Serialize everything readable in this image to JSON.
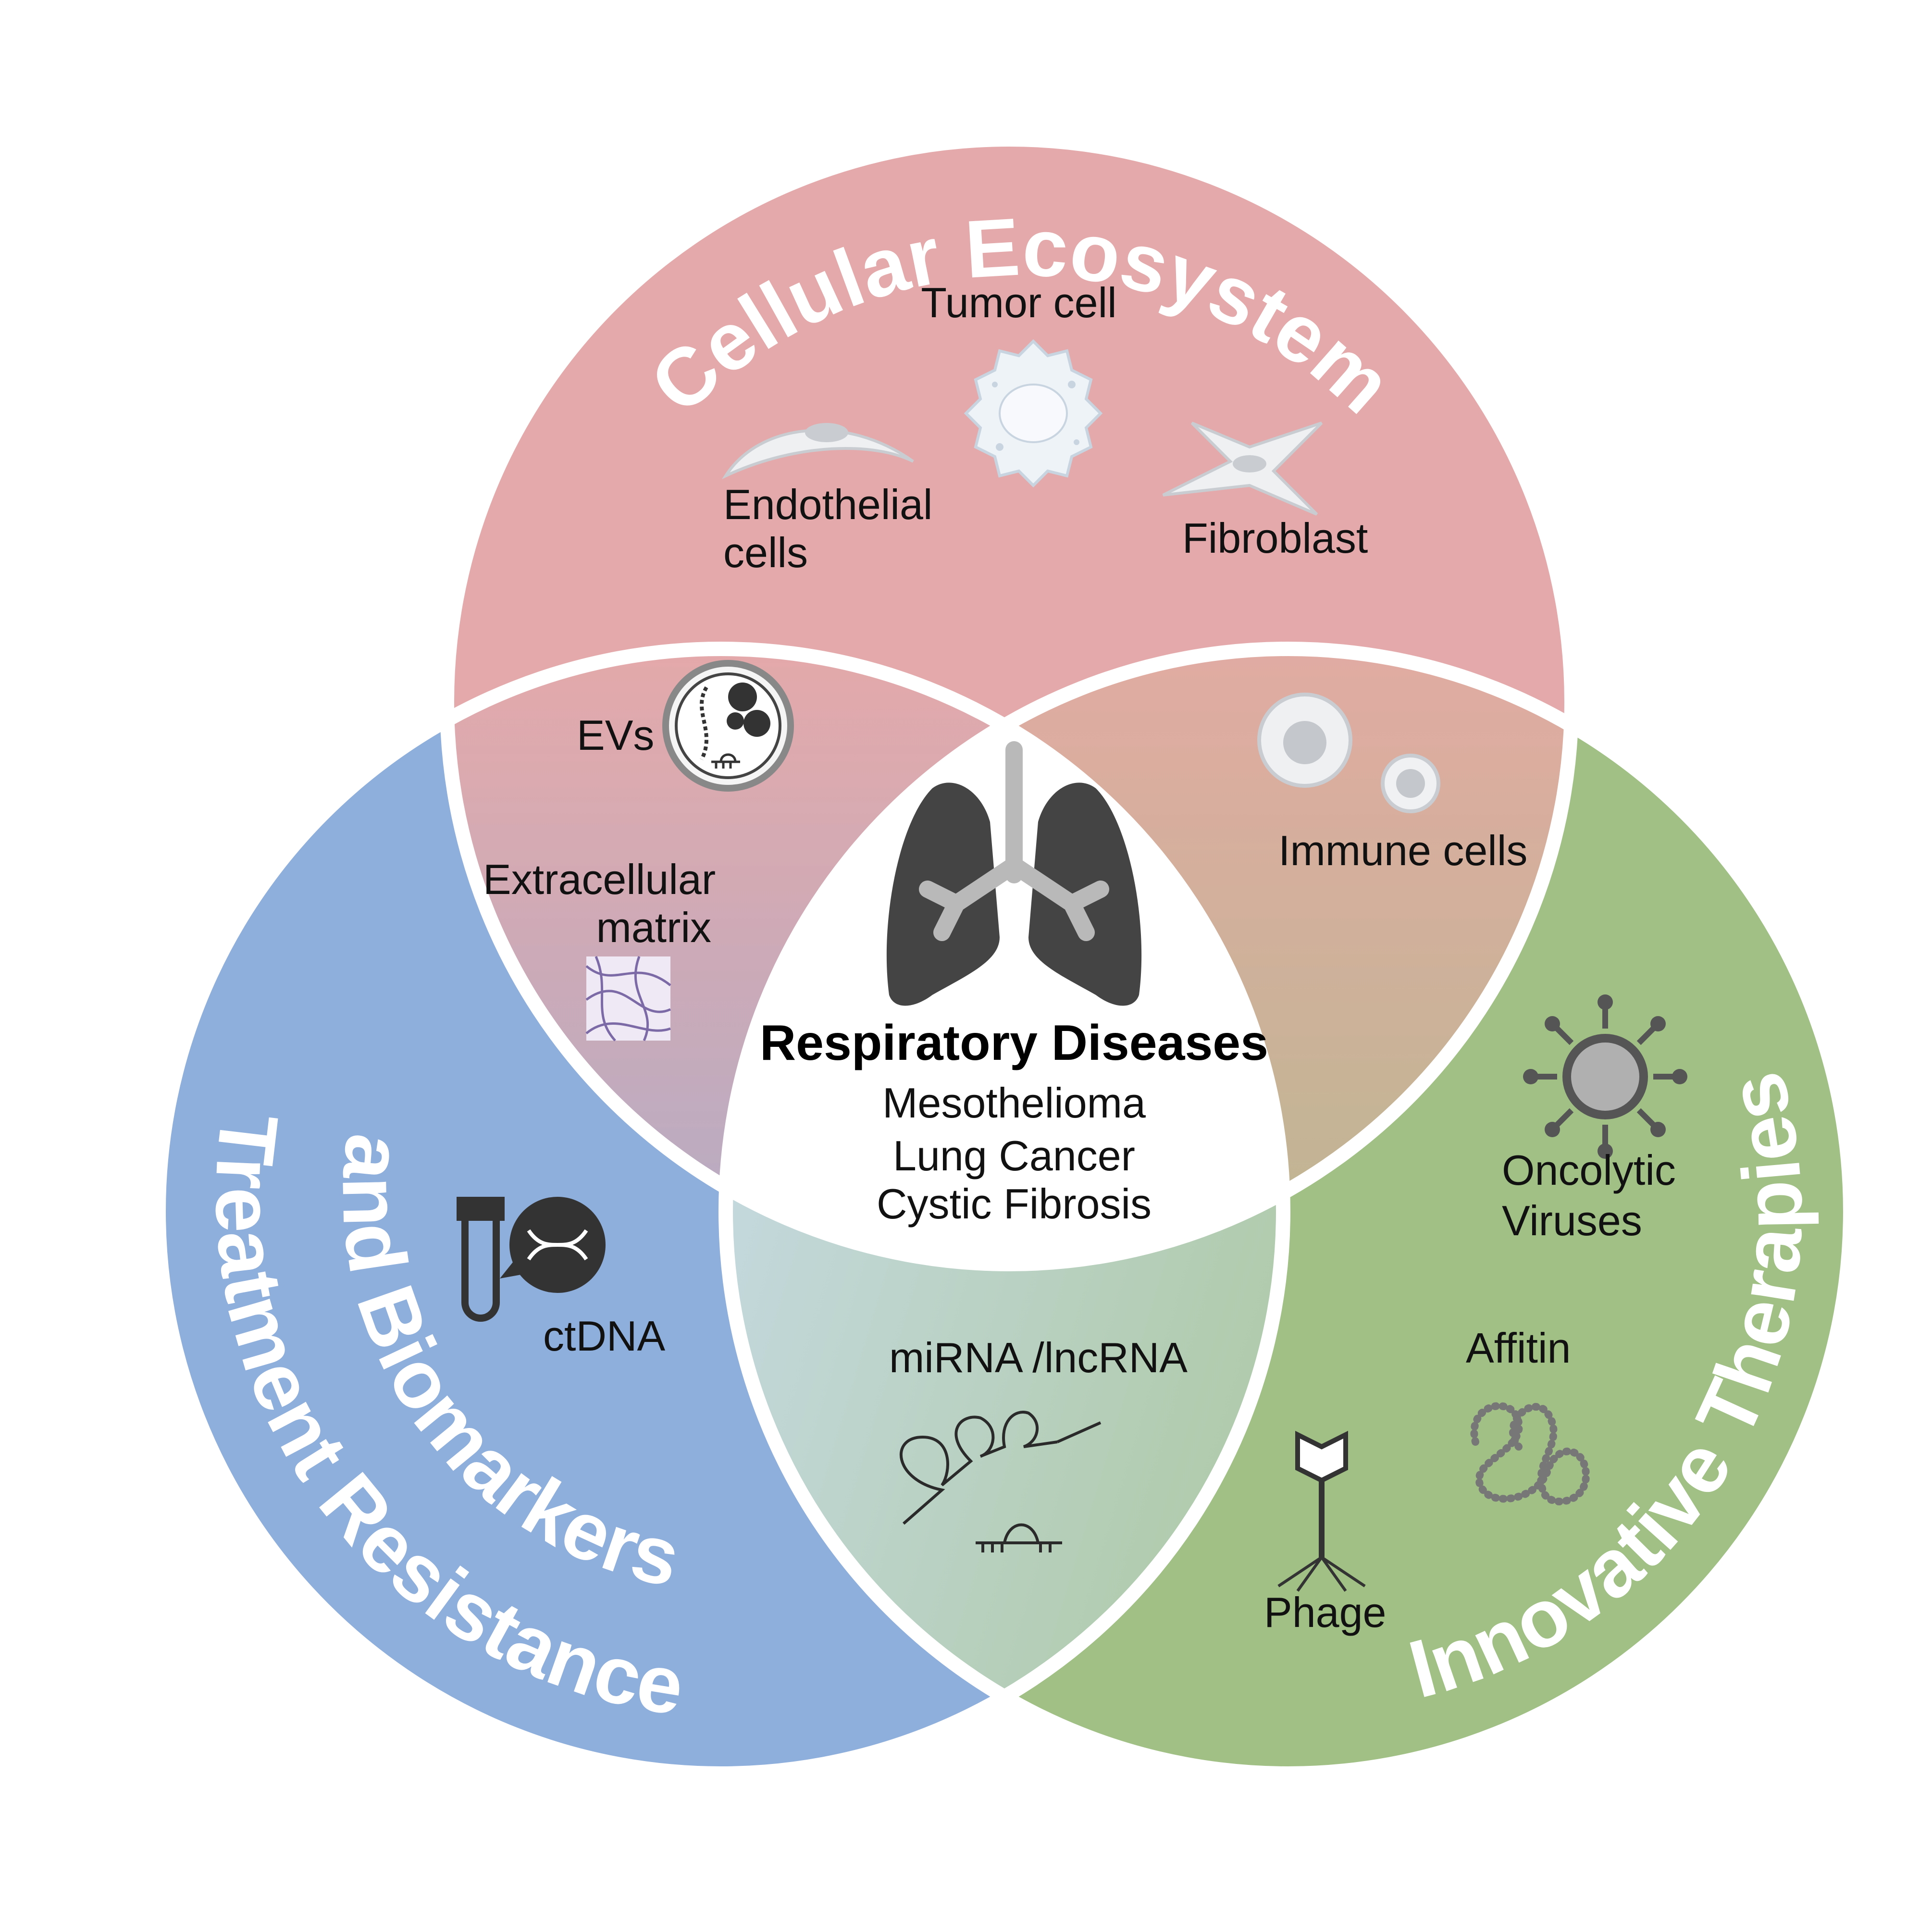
{
  "circles": {
    "top": {
      "title": "Cellular Ecosystem",
      "color": "#e4a9aa"
    },
    "left": {
      "title_line1": "Treatment Resistance",
      "title_line2": "and Biomarkers",
      "color": "#8eaedb"
    },
    "right": {
      "title": "Innovative Therapies",
      "color": "#a0c085"
    }
  },
  "center": {
    "title": "Respiratory Diseases",
    "items": [
      "Mesothelioma",
      "Lung Cancer",
      "Cystic Fibrosis"
    ]
  },
  "labels": {
    "tumor_cell": "Tumor cell",
    "endothelial_line1": "Endothelial",
    "endothelial_line2": "cells",
    "fibroblast": "Fibroblast",
    "evs": "EVs",
    "ecm_line1": "Extracellular",
    "ecm_line2": "matrix",
    "immune_cells": "Immune cells",
    "ctdna": "ctDNA",
    "mirna": "miRNA /lncRNA",
    "oncolytic_line1": "Oncolytic",
    "oncolytic_line2": "Viruses",
    "affitin": "Affitin",
    "phage": "Phage"
  }
}
